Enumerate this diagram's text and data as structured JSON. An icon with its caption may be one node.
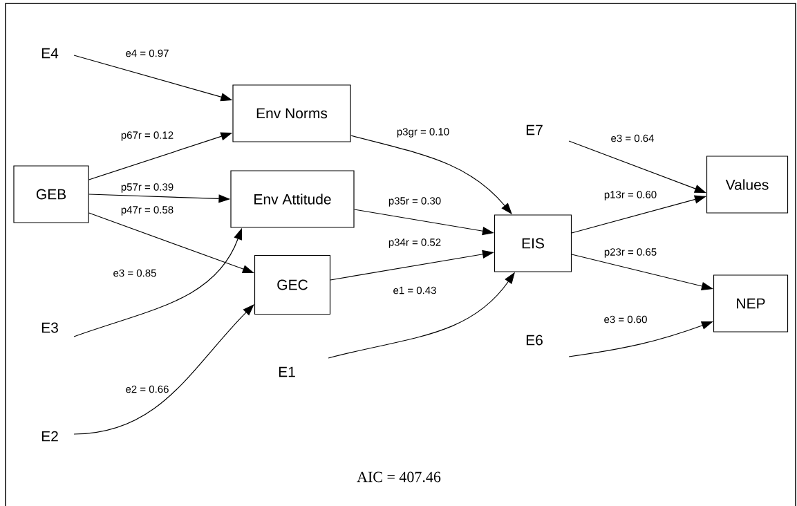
{
  "diagram": {
    "nodes": [
      {
        "text": [
          "E4"
        ]
      },
      {
        "text": [
          "Env Norms"
        ]
      },
      {
        "text": [
          "GEB"
        ]
      },
      {
        "text": [
          "Env Attitude"
        ]
      },
      {
        "text": [
          "GEC"
        ]
      },
      {
        "text": [
          "E3"
        ]
      },
      {
        "text": [
          "E2"
        ]
      },
      {
        "text": [
          "E1"
        ]
      },
      {
        "text": [
          "EIS"
        ]
      },
      {
        "text": [
          "E7"
        ]
      },
      {
        "text": [
          "Values"
        ]
      },
      {
        "text": [
          "NEP"
        ]
      },
      {
        "text": [
          "E6"
        ]
      }
    ],
    "edges": [
      {
        "from": 0,
        "to": 1,
        "arrow": "to",
        "label": "e4 = 0.97"
      },
      {
        "from": 2,
        "to": 1,
        "arrow": "to",
        "label": "p67r = 0.12"
      },
      {
        "from": 2,
        "to": 3,
        "arrow": "to",
        "label": "p57r = 0.39"
      },
      {
        "from": 2,
        "to": 4,
        "arrow": "to",
        "label": "p47r = 0.58"
      },
      {
        "from": 5,
        "to": 3,
        "arrow": "to",
        "label": "e3 = 0.85"
      },
      {
        "from": 6,
        "to": 4,
        "arrow": "to",
        "label": "e2 = 0.66"
      },
      {
        "from": 1,
        "to": 8,
        "arrow": "to",
        "label": "p3gr = 0.10"
      },
      {
        "from": 3,
        "to": 8,
        "arrow": "to",
        "label": "p35r = 0.30"
      },
      {
        "from": 4,
        "to": 8,
        "arrow": "to",
        "label": "p34r = 0.52"
      },
      {
        "from": 7,
        "to": 8,
        "arrow": "to",
        "label": "e1 = 0.43"
      },
      {
        "from": 9,
        "to": 10,
        "arrow": "to",
        "label": "e3 = 0.64"
      },
      {
        "from": 8,
        "to": 10,
        "arrow": "to",
        "label": "p13r = 0.60"
      },
      {
        "from": 8,
        "to": 11,
        "arrow": "to",
        "label": "p23r = 0.65"
      },
      {
        "from": 12,
        "to": 11,
        "arrow": "to",
        "label": "e3 = 0.60"
      }
    ],
    "labels": [
      "AIC = 407.46"
    ]
  }
}
